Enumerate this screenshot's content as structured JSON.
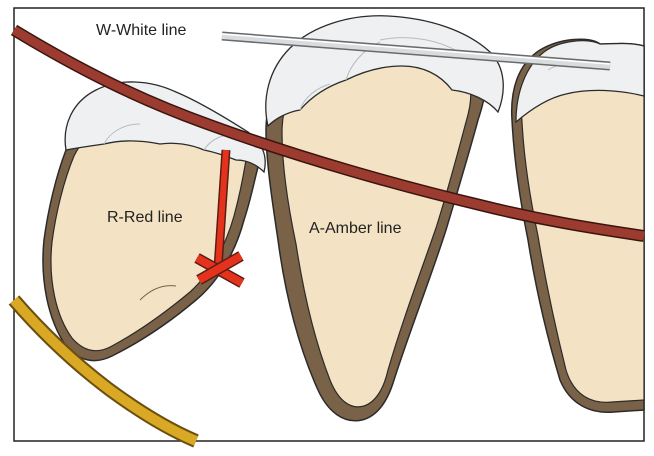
{
  "labels": {
    "white_line": "W-White line",
    "red_line": "R-Red line",
    "amber_line": "A-Amber line"
  },
  "colors": {
    "white_line": "#d9dcdf",
    "red_line": "#9c3b2f",
    "red_marker": "#e5321d",
    "amber_line": "#d9a824",
    "enamel": "#eef0f1",
    "dentin": "#f3e2c3",
    "root_shadow": "#7a6248",
    "outline": "#2b2b2b"
  }
}
